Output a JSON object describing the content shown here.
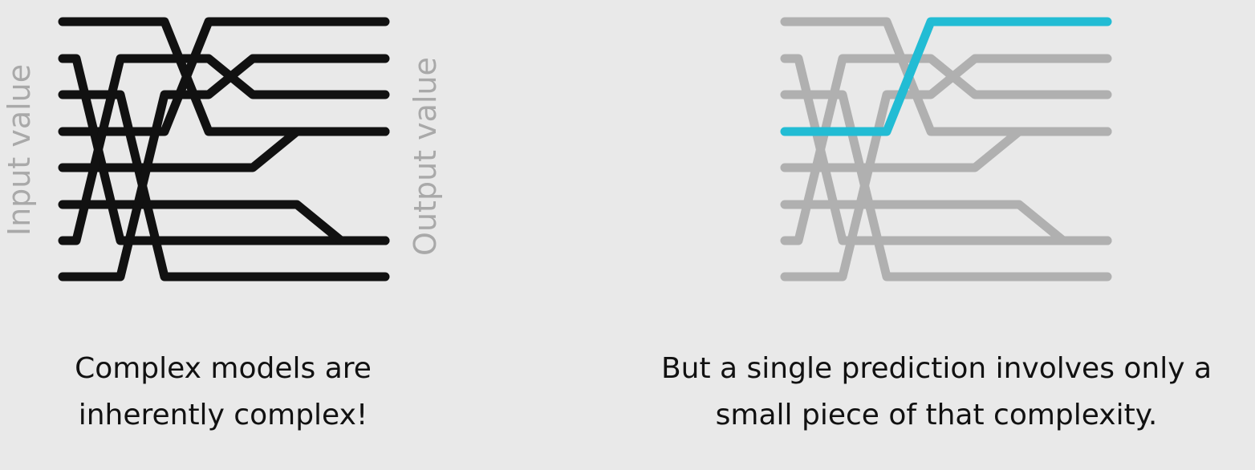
{
  "left_panel": {
    "input_axis_label": "Input value",
    "output_axis_label": "Output value",
    "caption_lines": [
      "Complex models are",
      "inherently complex!"
    ],
    "line_color": "#111111"
  },
  "right_panel": {
    "caption_lines": [
      "But a single prediction involves only a",
      "small piece of that complexity."
    ],
    "line_color": "#b0b0b0",
    "highlight_color": "#22bcd4"
  }
}
